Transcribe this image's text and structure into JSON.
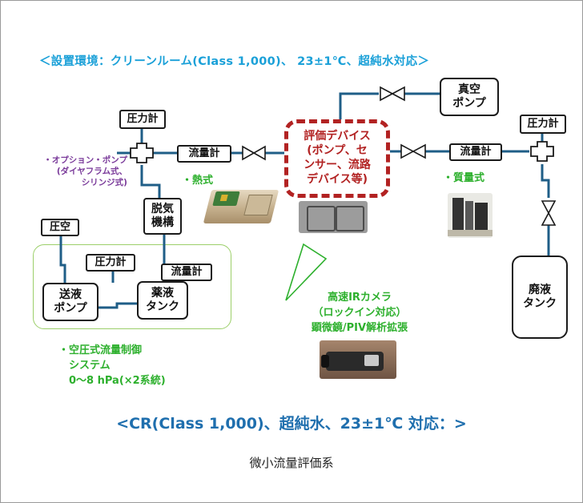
{
  "header": "＜設置環境：クリーンルーム(Class 1,000)、 23±1℃、超純水対応＞",
  "labels": {
    "pressure_gauge_left": "圧力計",
    "pressure_gauge_right": "圧力計",
    "pressure_gauge_bottom": "圧力計",
    "flow_meter_left": "流量計",
    "flow_meter_right": "流量計",
    "flow_meter_bottom": "流量計",
    "vacuum_pump": "真空\nポンプ",
    "device": "評価デバイス\n(ポンプ、セ\nンサー、流路\nデバイス等)",
    "degas": "脱気\n機構",
    "compressed_air": "圧空",
    "feed_pump": "送液\nポンプ",
    "chemical_tank": "薬液\nタンク",
    "waste_tank": "廃液\nタンク"
  },
  "annotations": {
    "option_pump": "・オプション・ポンプ\n(ダイヤフラム式、\nシリンジ式)",
    "thermal": "・熱式",
    "mass": "・質量式",
    "camera": "高速IRカメラ\n（ロックイン対応）\n顕微鏡/PIV解析拡張",
    "pressure_control": "・空圧式流量制御\n　システム\n　0～8 hPa(×2系統)"
  },
  "footer_title": "<CR(Class 1,000)、超純水、23±1℃ 対応：>",
  "caption": "微小流量評価系",
  "colors": {
    "pipe": "#1f5e87",
    "device_border": "#b22222",
    "annotation_green": "#2db02d",
    "annotation_purple": "#7a3a9a",
    "header_cyan": "#1aa0d8",
    "footer_blue": "#1f6fae",
    "subsystem_border": "#9ccf6a"
  }
}
